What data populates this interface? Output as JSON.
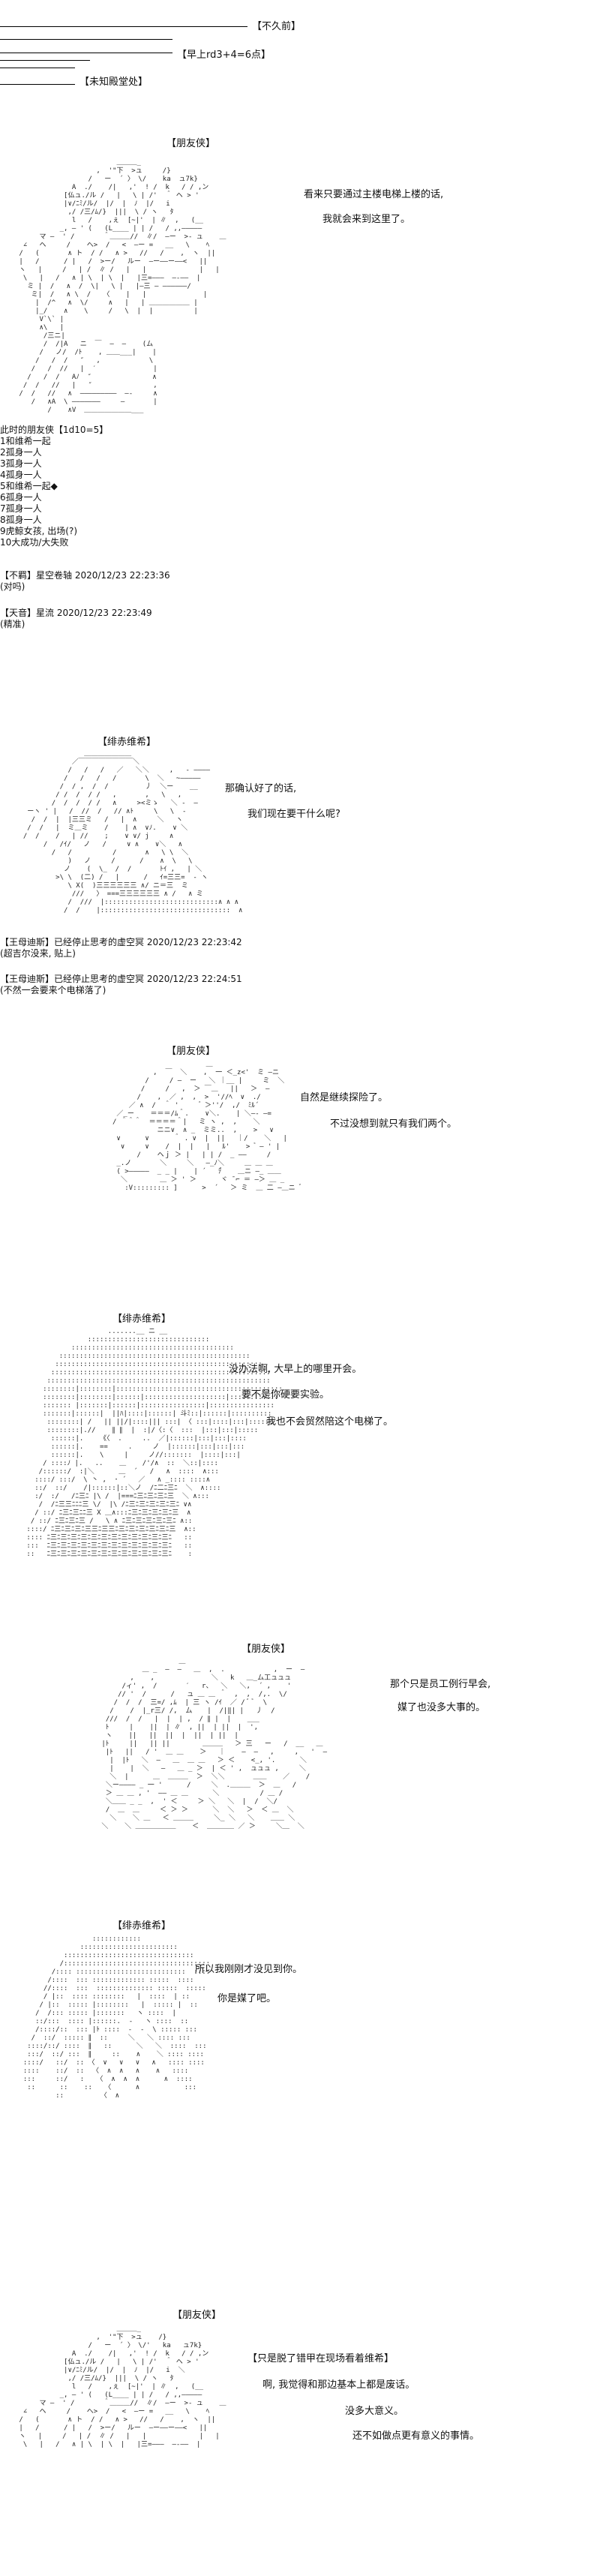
{
  "header": {
    "line1": "【不久前】",
    "line2": "【早上rd3+4=6点】",
    "line3": "【未知殿堂处】"
  },
  "scene1": {
    "name": "【朋友侠】",
    "speech1": "看来只要通过主楼电梯上楼的话,",
    "speech2": "我就会来到这里了。"
  },
  "roll": {
    "title": "此时的朋友侠【1d10=5】",
    "options": [
      "1和维希一起",
      "2孤身一人",
      "3孤身一人",
      "4孤身一人",
      "5和维希一起◆",
      "6孤身一人",
      "7孤身一人",
      "8孤身一人",
      "9虎鲸女孩, 出场(?)",
      "10大成功/大失败"
    ]
  },
  "comments1": [
    {
      "head": "【不羁】星空卷轴 2020/12/23 22:23:36",
      "body": "(对吗)"
    },
    {
      "head": "【天音】星流 2020/12/23 22:23:49",
      "body": "(精准)"
    }
  ],
  "scene2": {
    "name": "【绯赤维希】",
    "speech1": "那确认好了的话,",
    "speech2": "我们现在要干什么呢?"
  },
  "comments2": [
    {
      "head": "【王母迪斯】已经停止思考的虚空冥 2020/12/23 22:23:42",
      "body": "(超吉尔没来, 贴上)"
    },
    {
      "head": "【王母迪斯】已经停止思考的虚空冥 2020/12/23 22:24:51",
      "body": "(不然一会要来个电梯落了)"
    }
  ],
  "scene3": {
    "name": "【朋友侠】",
    "speech1": "自然是继续探险了。",
    "speech2": "不过没想到就只有我们两个。"
  },
  "scene4": {
    "name": "【绯赤维希】",
    "speech1": "没办法啊, 大早上的哪里开会。",
    "speech2": "要不是你硬要实验。",
    "speech3": "我也不会贸然陪这个电梯了。"
  },
  "scene5": {
    "name": "【朋友侠】",
    "speech1": "那个只是员工例行早会,",
    "speech2": "媒了也没多大事的。"
  },
  "scene6": {
    "name": "【绯赤维希】",
    "speech1": "所以我刚刚才没见到你。",
    "speech2": "你是媒了吧。"
  },
  "scene7": {
    "name": "【朋友侠】",
    "speech1": "【只是脱了错甲在现场看着维希】",
    "speech2": "啊, 我觉得和那边基本上都是废话。",
    "speech3": "没多大意义。",
    "speech4": "还不如做点更有意义的事情。"
  }
}
